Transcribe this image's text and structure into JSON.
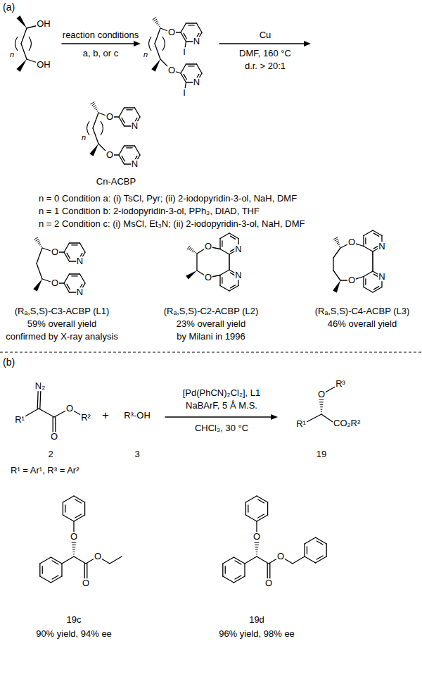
{
  "diagram": {
    "labels": [
      "(a)",
      "OH",
      "OH",
      "n",
      "reaction conditions",
      "a, b, or c",
      "n",
      "O",
      "N",
      "I",
      "O",
      "N",
      "I",
      "Cu",
      "DMF, 160 °C",
      "d.r. > 20:1",
      "n",
      "O",
      "N",
      "O",
      "N",
      "Cn-ACBP",
      "n = 0 Condition a: (i) TsCl, Pyr; (ii) 2-iodopyridin-3-ol, NaH, DMF",
      "n = 1 Condition b: 2-iodopyridin-3-ol, PPh₃, DIAD, THF",
      "n = 2 Condition c: (i) MsCl, Et₃N; (ii) 2-iodopyridin-3-ol, NaH, DMF",
      "O",
      "N",
      "O",
      "N",
      "(Rₐ,S,S)-C3-ACBP (L1)",
      "59% overall yield",
      "confirmed by X-ray analysis",
      "O",
      "N",
      "O",
      "N",
      "(Rₐ,S,S)-C2-ACBP (L2)",
      "23% overall yield",
      "by Milani in 1996",
      "O",
      "N",
      "O",
      "N",
      "(Rₐ,S,S)-C4-ACBP (L3)",
      "46% overall yield",
      "(b)",
      "N₂",
      "R¹",
      "O",
      "O",
      "R²",
      "2",
      "+",
      "R³-OH",
      "3",
      "R¹ = Ar¹, R³ = Ar²",
      "[Pd(PhCN)₂Cl₂], L1",
      "NaBArF, 5 Å M.S.",
      "CHCl₃, 30 °C",
      "O",
      "R³",
      "R¹",
      "CO₂R²",
      "19",
      "O",
      "O",
      "O",
      "19c",
      "90% yield, 94% ee",
      "O",
      "O",
      "O",
      "19d",
      "96% yield, 98% ee"
    ]
  }
}
